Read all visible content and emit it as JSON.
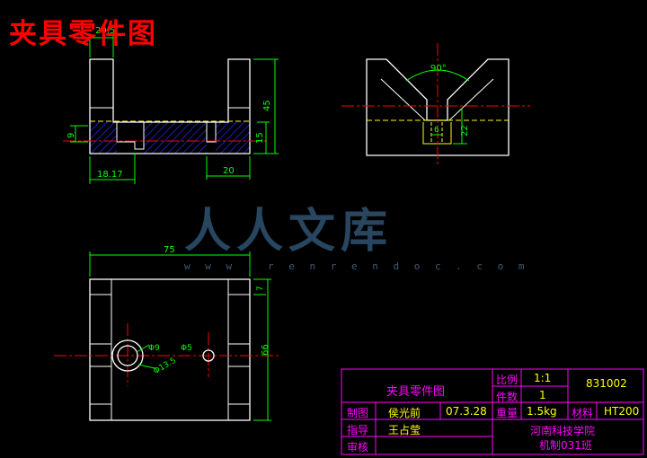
{
  "header": {
    "title": "夹具零件图"
  },
  "watermark": {
    "text": "人人文库",
    "url": "w w w . r e n r e n d o c . c o m"
  },
  "dimensions": {
    "front_top_gap": "20.5",
    "front_height": "45",
    "front_bottom": "15",
    "front_slot": "9",
    "front_left": "18.17",
    "front_right": "20",
    "side_angle": "90°",
    "side_slot_w": "6",
    "side_slot_h": "22",
    "plan_width": "75",
    "plan_height": "66",
    "plan_step": "7",
    "hole_big_inner": "Φ9",
    "hole_big_outer": "Φ13.5",
    "hole_small": "Φ5"
  },
  "title_block": {
    "part_name": "夹具零件图",
    "scale_label": "比例",
    "scale_value": "1:1",
    "qty_label": "件数",
    "qty_value": "1",
    "drawing_no": "831002",
    "drawn_label": "制图",
    "drawn_name": "侯光前",
    "drawn_date": "07.3.28",
    "weight_label": "重量",
    "weight_value": "1.5kg",
    "material_label": "材料",
    "material_value": "HT200",
    "guide_label": "指导",
    "guide_name": "王占莹",
    "review_label": "审核",
    "school": "河南科技学院",
    "class": "机制031班"
  },
  "colors": {
    "outline": "#ffffff",
    "dimension": "#00ff00",
    "center": "#ff0000",
    "hidden": "#ffff00",
    "hatch": "#0000ff",
    "title_block": "#ff00ff"
  }
}
